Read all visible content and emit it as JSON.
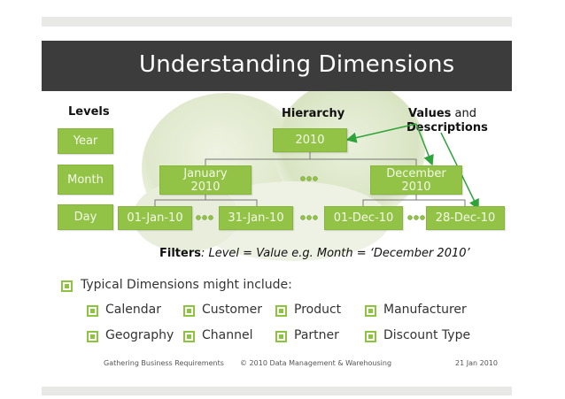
{
  "slide": {
    "title": "Understanding Dimensions"
  },
  "labels": {
    "levels": "Levels",
    "hierarchy": "Hierarchy",
    "values_bold": "Values",
    "values_rest": " and",
    "descriptions": "Descriptions"
  },
  "levels": [
    "Year",
    "Month",
    "Day"
  ],
  "nodes": {
    "year": "2010",
    "month_january": "January 2010",
    "month_december": "December 2010",
    "day_01_jan": "01-Jan-10",
    "day_31_jan": "31-Jan-10",
    "day_01_dec": "01-Dec-10",
    "day_28_dec": "28-Dec-10"
  },
  "filters": {
    "bold": "Filters",
    "rest": ": Level = Value e.g. Month = ‘December 2010’"
  },
  "typical": {
    "intro": "Typical Dimensions might include:",
    "items": [
      "Calendar",
      "Customer",
      "Product",
      "Manufacturer",
      "Geography",
      "Channel",
      "Partner",
      "Discount Type"
    ]
  },
  "footer": {
    "left": "Gathering Business Requirements",
    "center": "© 2010 Data Management & Warehousing",
    "right": "21 Jan 2010"
  },
  "colors": {
    "accent": "#92c346",
    "arrow": "#2ea33a",
    "titlebar": "#3c3c3c"
  }
}
